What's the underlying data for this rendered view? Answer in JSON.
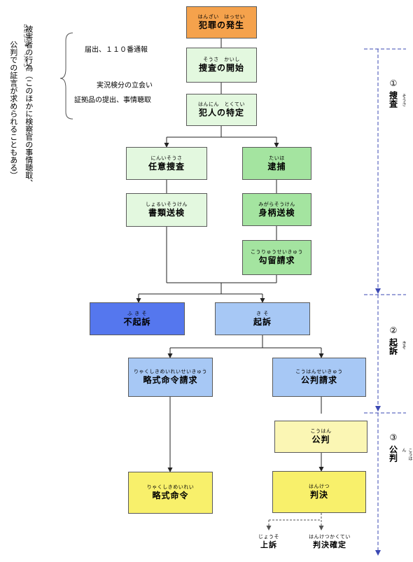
{
  "boxes": {
    "crime": {
      "ruby": "はんざい　はっせい",
      "label": "犯罪の発生"
    },
    "investigation_start": {
      "ruby": "そうさ　かいし",
      "label": "捜査の開始"
    },
    "identify": {
      "ruby": "はんにん　とくてい",
      "label": "犯人の特定"
    },
    "voluntary": {
      "ruby": "にんいそうさ",
      "label": "任意捜査"
    },
    "arrest": {
      "ruby": "たいほ",
      "label": "逮捕"
    },
    "documents": {
      "ruby": "しょるいそうけん",
      "label": "書類送検"
    },
    "custody": {
      "ruby": "みがらそうけん",
      "label": "身柄送検"
    },
    "detention": {
      "ruby": "こうりゅうせいきゅう",
      "label": "勾留請求"
    },
    "no_indict": {
      "ruby": "ふ き そ",
      "label": "不起訴"
    },
    "indict": {
      "ruby": "き そ",
      "label": "起訴"
    },
    "summary_request": {
      "ruby": "りゃくしきめいれいせいきゅう",
      "label": "略式命令請求"
    },
    "trial_request": {
      "ruby": "こうはんせいきゅう",
      "label": "公判請求"
    },
    "trial": {
      "ruby": "こうはん",
      "label": "公判"
    },
    "summary_order": {
      "ruby": "りゃくしきめいれい",
      "label": "略式命令"
    },
    "judgment": {
      "ruby": "はんけつ",
      "label": "判決"
    },
    "appeal": {
      "ruby": "じょうそ",
      "label": "上訴"
    },
    "finalized": {
      "ruby": "はんけつかくてい",
      "label": "判決確定"
    }
  },
  "notes": {
    "report": "届出、１１０番通報",
    "inspection": "実況検分の立会い",
    "evidence": "証拠品の提出、事情聴取"
  },
  "victim_column": {
    "ruby_1": "ひがいしゃ",
    "ruby_2": "こうい",
    "line_1": "被害者の行為（このほかに検察官の事情聴取、",
    "line_2": "公判での証言が求められることもある）"
  },
  "phases": [
    {
      "number": "①",
      "label": "捜査",
      "ruby": "そうさ"
    },
    {
      "number": "②",
      "label": "起訴",
      "ruby": "きそ"
    },
    {
      "number": "③",
      "label": "公判",
      "ruby": "こうはん"
    }
  ],
  "colors": {
    "orange": "#f5a24c",
    "pale_green": "#e3f8df",
    "mid_green": "#a4e4a0",
    "blue_dark": "#5577ee",
    "blue_light": "#a7c8f5",
    "yellow_pale": "#fbf6b4",
    "yellow": "#f8f06b",
    "phase_line": "#3b48b3"
  }
}
